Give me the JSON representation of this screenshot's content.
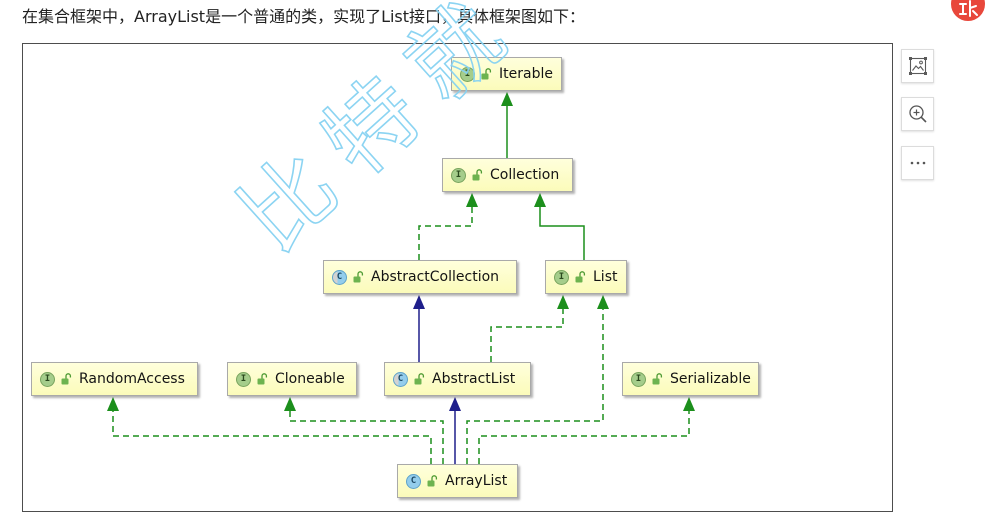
{
  "article": {
    "intro_text": "在集合框架中，ArrayList是一个普通的类，实现了List接口，具体框架图如下："
  },
  "diagram": {
    "nodes": [
      {
        "label": "Iterable",
        "icon_letter": "I",
        "icon": "interface-icon"
      },
      {
        "label": "Collection",
        "icon_letter": "I",
        "icon": "interface-icon"
      },
      {
        "label": "AbstractCollection",
        "icon_letter": "C",
        "icon": "abstract-class-icon"
      },
      {
        "label": "List",
        "icon_letter": "I",
        "icon": "interface-icon"
      },
      {
        "label": "RandomAccess",
        "icon_letter": "I",
        "icon": "interface-icon"
      },
      {
        "label": "Cloneable",
        "icon_letter": "I",
        "icon": "interface-icon"
      },
      {
        "label": "AbstractList",
        "icon_letter": "C",
        "icon": "abstract-class-icon"
      },
      {
        "label": "Serializable",
        "icon_letter": "I",
        "icon": "interface-icon"
      },
      {
        "label": "ArrayList",
        "icon_letter": "C",
        "icon": "class-icon"
      }
    ],
    "edges": [
      {
        "from": 1,
        "to": 0,
        "dashed": false,
        "color": "#1c8f1c"
      },
      {
        "from": 2,
        "to": 1,
        "dashed": true,
        "color": "#1c8f1c"
      },
      {
        "from": 3,
        "to": 1,
        "dashed": false,
        "color": "#1c8f1c"
      },
      {
        "from": 6,
        "to": 2,
        "dashed": false,
        "color": "#1f1f8b"
      },
      {
        "from": 6,
        "to": 3,
        "dashed": true,
        "color": "#1c8f1c"
      },
      {
        "from": 8,
        "to": 6,
        "dashed": false,
        "color": "#1f1f8b"
      },
      {
        "from": 8,
        "to": 4,
        "dashed": true,
        "color": "#1c8f1c"
      },
      {
        "from": 8,
        "to": 5,
        "dashed": true,
        "color": "#1c8f1c"
      },
      {
        "from": 8,
        "to": 3,
        "dashed": true,
        "color": "#1c8f1c"
      },
      {
        "from": 8,
        "to": 7,
        "dashed": true,
        "color": "#1c8f1c"
      }
    ],
    "watermark": "比特就"
  },
  "toolbar": {
    "buttons": [
      {
        "icon": "image-icon"
      },
      {
        "icon": "zoom-in-icon"
      },
      {
        "icon": "more-icon"
      }
    ]
  },
  "corner_badge": {
    "icon": "red-badge-icon"
  },
  "colors": {
    "watermark": "#86d2f2",
    "badge": "#e8473b"
  }
}
